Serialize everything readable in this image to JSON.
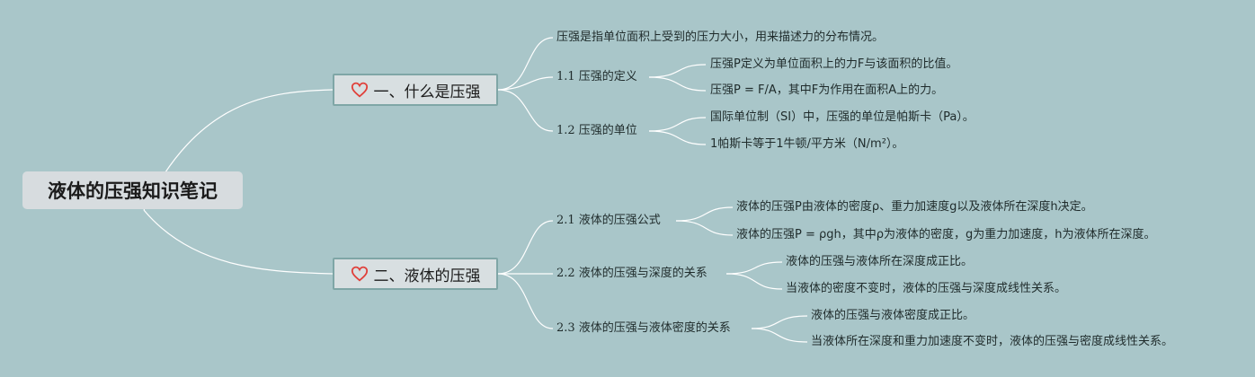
{
  "root": "液体的压强知识笔记",
  "branches": [
    {
      "title": "一、什么是压强",
      "icon": "heart-outline-icon",
      "intro": "压强是指单位面积上受到的压力大小，用来描述力的分布情况。",
      "subs": [
        {
          "title": "1.1 压强的定义",
          "items": [
            "压强P定义为单位面积上的力F与该面积的比值。",
            "压强P = F/A，其中F为作用在面积A上的力。"
          ]
        },
        {
          "title": "1.2 压强的单位",
          "items": [
            "国际单位制（SI）中，压强的单位是帕斯卡（Pa）。",
            "1帕斯卡等于1牛顿/平方米（N/m²）。"
          ]
        }
      ]
    },
    {
      "title": "二、液体的压强",
      "icon": "heart-outline-icon",
      "subs": [
        {
          "title": "2.1 液体的压强公式",
          "items": [
            "液体的压强P由液体的密度ρ、重力加速度g以及液体所在深度h决定。",
            "液体的压强P = ρgh，其中ρ为液体的密度，g为重力加速度，h为液体所在深度。"
          ]
        },
        {
          "title": "2.2 液体的压强与深度的关系",
          "items": [
            "液体的压强与液体所在深度成正比。",
            "当液体的密度不变时，液体的压强与深度成线性关系。"
          ]
        },
        {
          "title": "2.3 液体的压强与液体密度的关系",
          "items": [
            "液体的压强与液体密度成正比。",
            "当液体所在深度和重力加速度不变时，液体的压强与密度成线性关系。"
          ]
        }
      ]
    }
  ],
  "colors": {
    "background": "#a9c6c9",
    "connector": "#ffffff",
    "heart": "#e0403a"
  }
}
